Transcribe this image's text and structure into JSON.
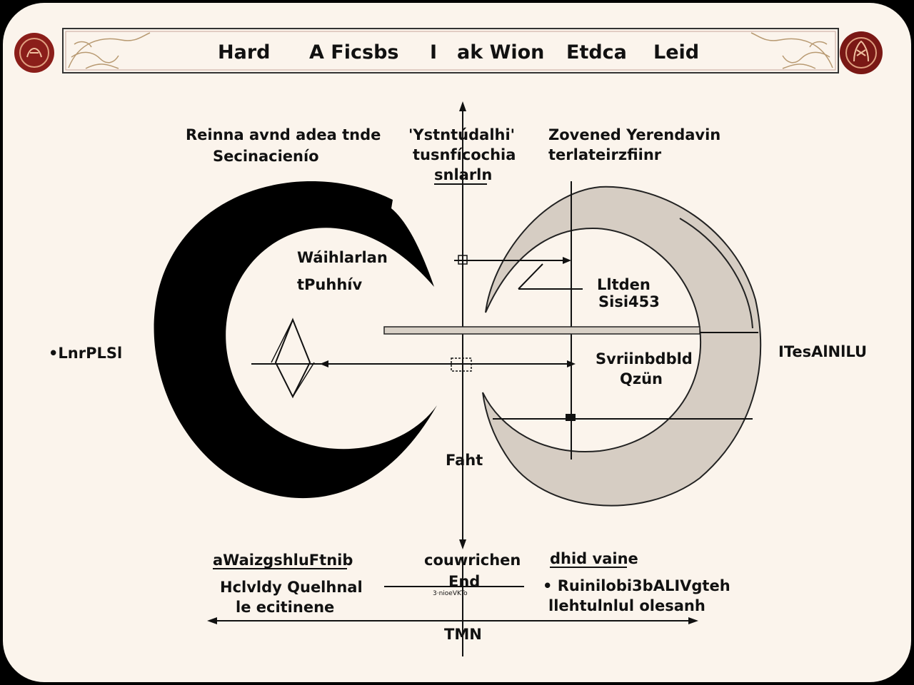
{
  "header": {
    "title_words": [
      "Hard",
      "A Ficsbs",
      "I",
      "ak Wion",
      "Etdca",
      "Leid"
    ]
  },
  "labels": {
    "top_left": [
      "Reinna avnd adea tnde",
      "Secinacienío"
    ],
    "top_center": [
      "'Ystntúdalhi'",
      "tusnfícochia",
      "snlarln"
    ],
    "top_right": [
      "Zovened Yerendavin",
      "terlateirzfiinr"
    ],
    "left_inner": [
      "Wáihlarlan",
      "tPuhhív"
    ],
    "right_upper": [
      "Lltden",
      "Sisi453"
    ],
    "right_middle": [
      "Svriinbdbld",
      "Qzün"
    ],
    "center_low": "Faht",
    "far_left": "•LnrPLSl",
    "far_right": "ITesAlNlLU",
    "bottom_left_title": "aWaizgshluFtnib",
    "bottom_left_body": [
      "Hclvldy Quelhnal",
      "le ecitinene"
    ],
    "bottom_center": [
      "couwrichen",
      "End",
      "3·nioeVKTo"
    ],
    "bottom_right_title": "dhid vaine",
    "bottom_right_body": [
      "• Ruinilobi3bALIVgteh",
      "llehtulnlul olesanh"
    ],
    "axis_bottom": "TMN"
  },
  "colors": {
    "background": "#fbf4ec",
    "ink": "#111111",
    "crescent_right_fill": "#d6cdc3",
    "seal": "#8b1e1a"
  }
}
